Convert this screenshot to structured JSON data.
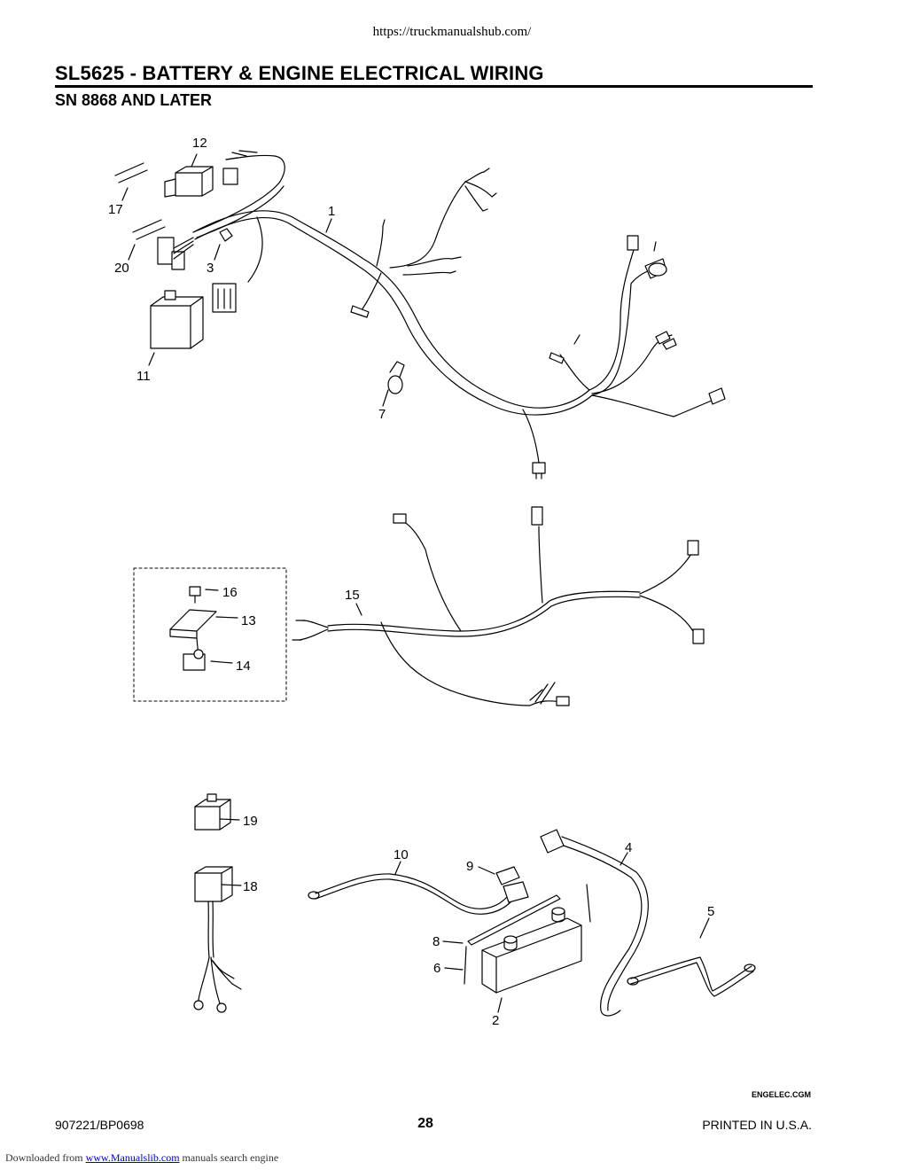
{
  "header": {
    "url": "https://truckmanualshub.com/",
    "title": "SL5625 - BATTERY & ENGINE ELECTRICAL WIRING",
    "subtitle": "SN 8868 AND LATER"
  },
  "callouts": {
    "c12": "12",
    "c17": "17",
    "c1": "1",
    "c20": "20",
    "c3": "3",
    "c11": "11",
    "c7": "7",
    "c16": "16",
    "c15": "15",
    "c13": "13",
    "c14": "14",
    "c19": "19",
    "c4": "4",
    "c10": "10",
    "c9": "9",
    "c18": "18",
    "c5": "5",
    "c8": "8",
    "c6": "6",
    "c2": "2"
  },
  "footer": {
    "file_ref": "ENGELEC.CGM",
    "part_number": "907221/BP0698",
    "page_number": "28",
    "printed": "PRINTED IN U.S.A.",
    "downloaded_prefix": "Downloaded from",
    "downloaded_link": "www.Manualslib.com",
    "downloaded_suffix": "manuals search engine"
  }
}
